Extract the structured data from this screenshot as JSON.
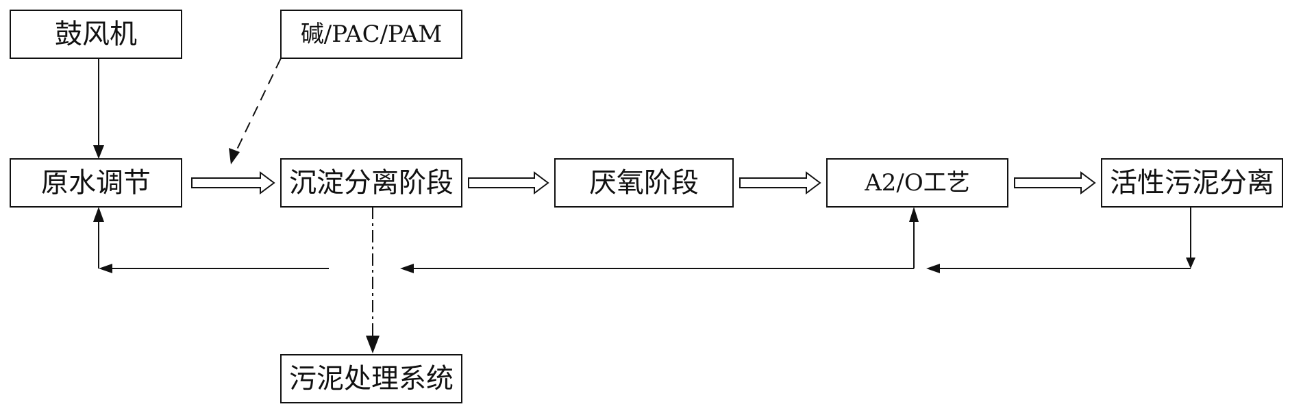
{
  "nodes": {
    "blower": "鼓风机",
    "chemicals": "碱/PAC/PAM",
    "raw_water_adjust": "原水调节",
    "sedimentation": "沉淀分离阶段",
    "anaerobic": "厌氧阶段",
    "a2o": "A2/O工艺",
    "activated_sludge": "活性污泥分离",
    "sludge_treatment": "污泥处理系统"
  },
  "colors": {
    "stroke": "#111111",
    "background": "#ffffff"
  }
}
